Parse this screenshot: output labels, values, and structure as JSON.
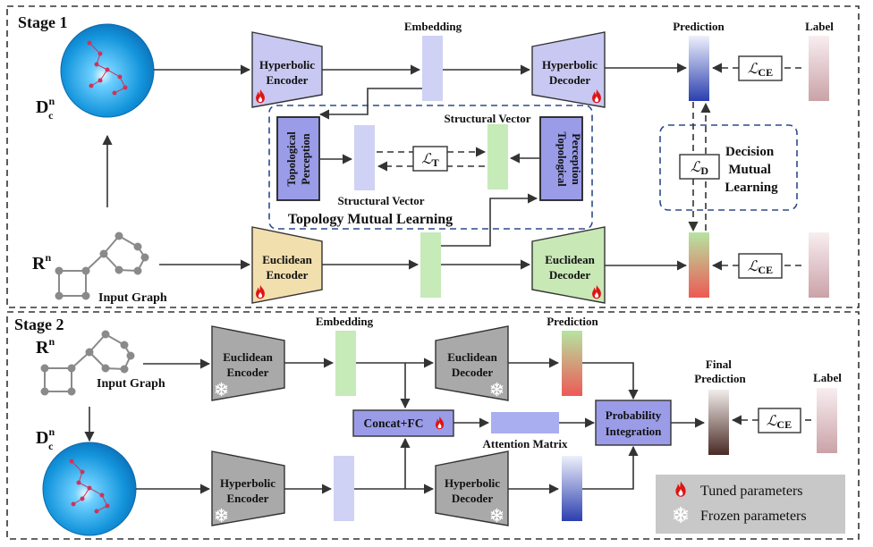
{
  "stage1": {
    "title": "Stage 1",
    "poincare_label": "D",
    "poincare_sup": "n",
    "poincare_sub": "c",
    "euclid_label": "R",
    "euclid_sup": "n",
    "input_graph": "Input Graph",
    "hyperbolic_encoder": [
      "Hyperbolic",
      "Encoder"
    ],
    "hyperbolic_decoder": [
      "Hyperbolic",
      "Decoder"
    ],
    "euclidean_encoder": [
      "Euclidean",
      "Encoder"
    ],
    "euclidean_decoder": [
      "Euclidean",
      "Decoder"
    ],
    "embedding": "Embedding",
    "prediction": "Prediction",
    "label": "Label",
    "loss_ce": "CE",
    "loss_t": "T",
    "loss_d": "D",
    "structural_vector": "Structural Vector",
    "topological_perception": [
      "Topological",
      "Perception"
    ],
    "topology_mutual_learning": "Topology Mutual Learning",
    "decision_mutual_learning": [
      "Decision",
      "Mutual",
      "Learning"
    ]
  },
  "stage2": {
    "title": "Stage 2",
    "euclid_label": "R",
    "euclid_sup": "n",
    "poincare_label": "D",
    "poincare_sup": "n",
    "poincare_sub": "c",
    "input_graph": "Input Graph",
    "embedding": "Embedding",
    "prediction": "Prediction",
    "euclidean_encoder": [
      "Euclidean",
      "Encoder"
    ],
    "euclidean_decoder": [
      "Euclidean",
      "Decoder"
    ],
    "hyperbolic_encoder": [
      "Hyperbolic",
      "Encoder"
    ],
    "hyperbolic_decoder": [
      "Hyperbolic",
      "Decoder"
    ],
    "concat_fc": "Concat+FC",
    "attention_matrix": "Attention Matrix",
    "probability_integration": [
      "Probability",
      "Integration"
    ],
    "final_prediction": [
      "Final",
      "Prediction"
    ],
    "label": "Label",
    "loss_ce": "CE"
  },
  "legend": {
    "tuned": "Tuned parameters",
    "frozen": "Frozen parameters",
    "tuned_icon": "flame-icon",
    "frozen_icon": "snowflake-icon"
  },
  "colors": {
    "hyperbolic_block": "#c8c8f2",
    "euclidean_block": "#f2dfae",
    "euclidean_decoder_block": "#c8e8b6",
    "frozen_block": "#a9a9a9",
    "embedding_hyp": "#cfd2f4",
    "embedding_euc": "#c6eab8",
    "topo_block": "#9a9ce8",
    "dashed_frame": "#2b4a8c",
    "flame": "#e01414",
    "sphere": "#1b9fe3"
  }
}
